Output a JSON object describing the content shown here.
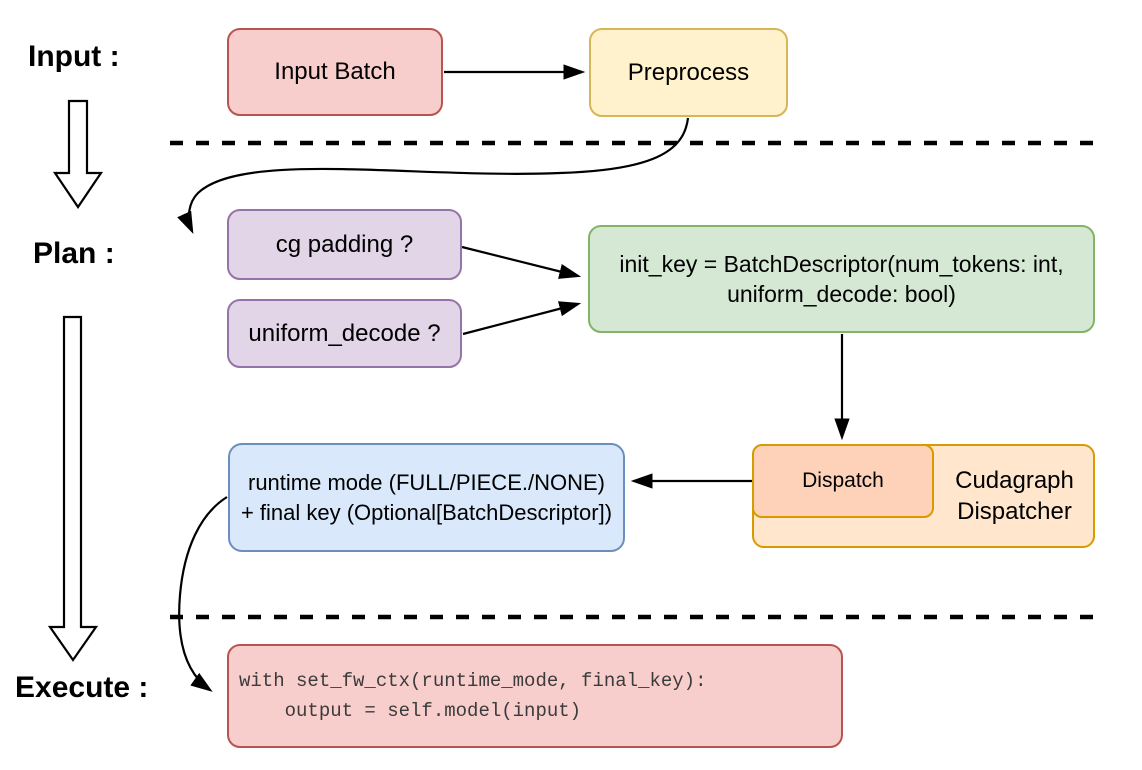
{
  "diagram": {
    "title_semantics": "cudagraph dispatch flow",
    "stages": {
      "input": "Input :",
      "plan": "Plan :",
      "execute": "Execute :"
    },
    "nodes": {
      "input_batch": "Input Batch",
      "preprocess": "Preprocess",
      "cg_padding": "cg padding ?",
      "uniform_decode": "uniform_decode ?",
      "init_key_line1": "init_key = BatchDescriptor(num_tokens: int,",
      "init_key_line2": "uniform_decode: bool)",
      "dispatch": "Dispatch",
      "cudagraph_line1": "Cudagraph",
      "cudagraph_line2": "Dispatcher",
      "runtime_line1": "runtime mode (FULL/PIECE./NONE)",
      "runtime_line2": "+ final key (Optional[BatchDescriptor])",
      "code_line1": "with set_fw_ctx(runtime_mode, final_key):",
      "code_line2": "    output = self.model(input)"
    },
    "palette": {
      "red_fill": "#f8cecc",
      "red_border": "#b85450",
      "yellow_fill": "#fff2cc",
      "yellow_border": "#d6b656",
      "purple_fill": "#e1d5e7",
      "purple_border": "#9673a6",
      "green_fill": "#d5e8d4",
      "green_border": "#82b366",
      "blue_fill": "#dae8fc",
      "blue_border": "#6c8ebf",
      "orange_outer_fill": "#ffe6cc",
      "orange_inner_fill": "#fdd2b8",
      "orange_border": "#d79b00",
      "line_color": "#000000",
      "background": "#ffffff"
    }
  }
}
